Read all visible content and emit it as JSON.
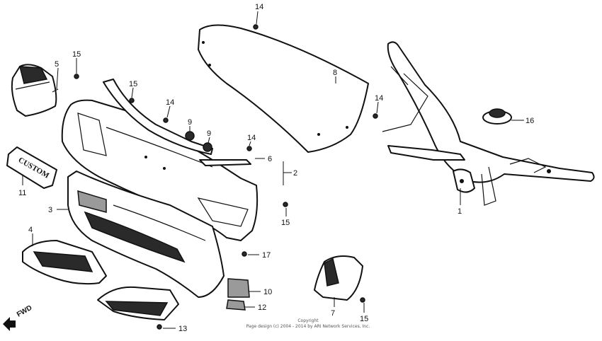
{
  "badge_text": "CUSTOM",
  "fwd_label": "FWD",
  "copyright": {
    "line1": "Copyright",
    "line2": "Page design (c) 2004 - 2014 by ARI Network Services, Inc."
  },
  "callouts": [
    {
      "id": "c14a",
      "num": "14"
    },
    {
      "id": "c15a",
      "num": "15"
    },
    {
      "id": "c5",
      "num": "5"
    },
    {
      "id": "c15b",
      "num": "15"
    },
    {
      "id": "c14b",
      "num": "14"
    },
    {
      "id": "c9a",
      "num": "9"
    },
    {
      "id": "c9b",
      "num": "9"
    },
    {
      "id": "c8",
      "num": "8"
    },
    {
      "id": "c14c",
      "num": "14"
    },
    {
      "id": "c14d",
      "num": "14"
    },
    {
      "id": "c16",
      "num": "16"
    },
    {
      "id": "c6",
      "num": "6"
    },
    {
      "id": "c2",
      "num": "2"
    },
    {
      "id": "c11",
      "num": "11"
    },
    {
      "id": "c3",
      "num": "3"
    },
    {
      "id": "c15c",
      "num": "15"
    },
    {
      "id": "c1",
      "num": "1"
    },
    {
      "id": "c4",
      "num": "4"
    },
    {
      "id": "c17",
      "num": "17"
    },
    {
      "id": "c10",
      "num": "10"
    },
    {
      "id": "c12",
      "num": "12"
    },
    {
      "id": "c7",
      "num": "7"
    },
    {
      "id": "c15d",
      "num": "15"
    },
    {
      "id": "c13",
      "num": "13"
    }
  ]
}
